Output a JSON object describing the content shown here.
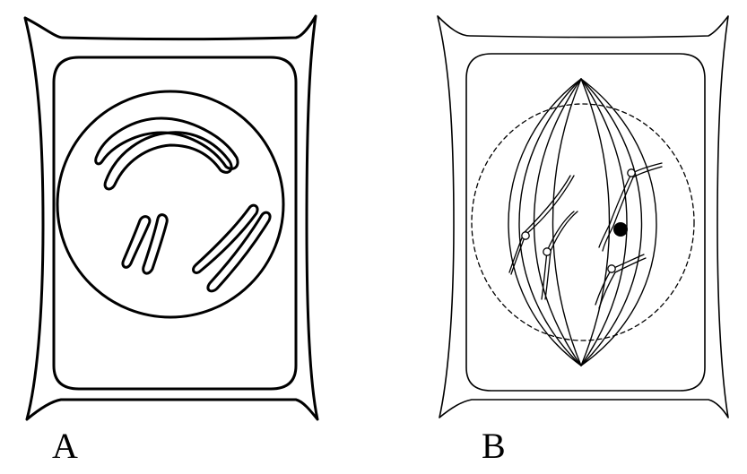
{
  "panels": [
    {
      "id": "A",
      "label": "A"
    },
    {
      "id": "B",
      "label": "B"
    }
  ],
  "colors": {
    "stroke": "#000000",
    "background": "#ffffff"
  }
}
